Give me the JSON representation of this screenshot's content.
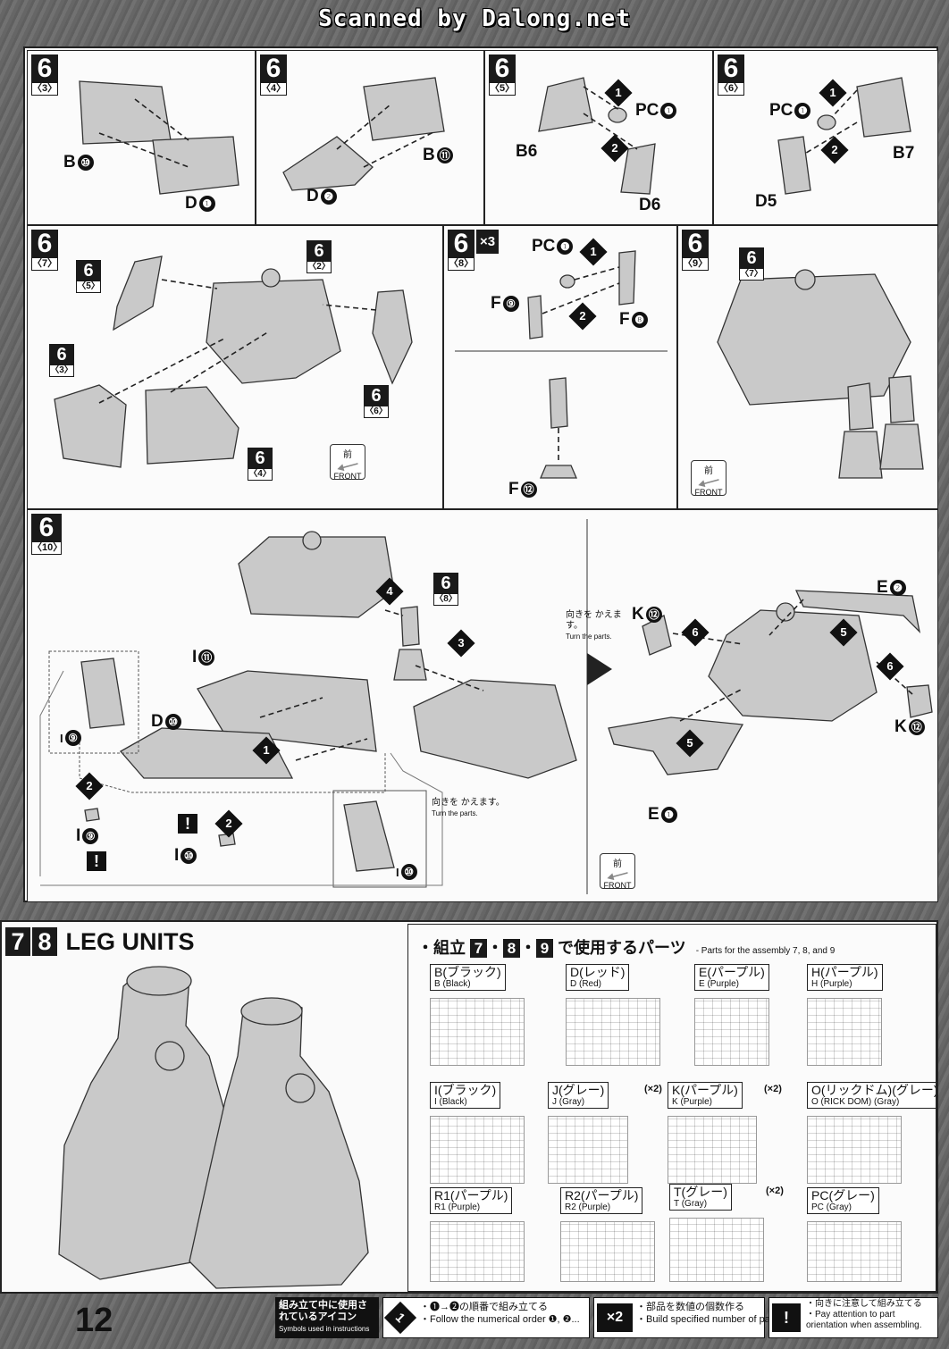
{
  "header": {
    "scan_credit": "Scanned by Dalong.net"
  },
  "panels_top": [
    {
      "num": "6",
      "sub": "〈3〉",
      "labels": [
        "B",
        "D"
      ],
      "circles": [
        "⑩",
        "❶"
      ]
    },
    {
      "num": "6",
      "sub": "〈4〉",
      "labels": [
        "D",
        "B"
      ],
      "circles": [
        "❷",
        "⑪"
      ]
    },
    {
      "num": "6",
      "sub": "〈5〉",
      "pc": "PC",
      "b": "B6",
      "d": "D6"
    },
    {
      "num": "6",
      "sub": "〈6〉",
      "pc": "PC",
      "b": "B7",
      "d": "D5"
    }
  ],
  "panel7": {
    "num": "6",
    "sub": "〈7〉",
    "refs": [
      [
        "6",
        "〈5〉"
      ],
      [
        "6",
        "〈2〉"
      ],
      [
        "6",
        "〈3〉"
      ],
      [
        "6",
        "〈6〉"
      ],
      [
        "6",
        "〈4〉"
      ]
    ]
  },
  "panel8": {
    "num": "6",
    "sub": "〈8〉",
    "mult": "×3",
    "pc": "PC",
    "f9": "F",
    "f8": "F",
    "f12": "F"
  },
  "panel9": {
    "num": "6",
    "sub": "〈9〉",
    "ref": [
      "6",
      "〈7〉"
    ]
  },
  "panel10": {
    "num": "6",
    "sub": "〈10〉",
    "ref": [
      "6",
      "〈8〉"
    ],
    "turn_jp": "向きを かえます。",
    "turn_en": "Turn the parts.",
    "labels": {
      "i11": "I",
      "d10": "D",
      "i9": "I",
      "i10": "I",
      "k12a": "K",
      "k12b": "K",
      "e2": "E",
      "e1": "E"
    }
  },
  "front": {
    "kanji": "前",
    "label": "FRONT"
  },
  "steps": {
    "s1": "1",
    "s2": "2",
    "s3": "3",
    "s4": "4",
    "s5": "5",
    "s6": "6"
  },
  "legs": {
    "title_nums": [
      "7",
      "8"
    ],
    "title": "LEG UNITS",
    "parts_title_jp": "・組立",
    "parts_title_nums": [
      "7",
      "8",
      "9"
    ],
    "parts_title_jp2": "で使用するパーツ",
    "parts_title_en": "- Parts for the assembly 7, 8, and 9",
    "runners": [
      {
        "jp": "B(ブラック)",
        "en": "B (Black)",
        "qty": ""
      },
      {
        "jp": "D(レッド)",
        "en": "D (Red)",
        "qty": ""
      },
      {
        "jp": "E(パープル)",
        "en": "E (Purple)",
        "qty": ""
      },
      {
        "jp": "H(パープル)",
        "en": "H (Purple)",
        "qty": ""
      },
      {
        "jp": "I(ブラック)",
        "en": "I (Black)",
        "qty": ""
      },
      {
        "jp": "J(グレー)",
        "en": "J (Gray)",
        "qty": "(×2)"
      },
      {
        "jp": "K(パープル)",
        "en": "K (Purple)",
        "qty": "(×2)"
      },
      {
        "jp": "O(リックドム)(グレー)",
        "en": "O (RICK DOM) (Gray)",
        "qty": ""
      },
      {
        "jp": "R1(パープル)",
        "en": "R1 (Purple)",
        "qty": ""
      },
      {
        "jp": "R2(パープル)",
        "en": "R2 (Purple)",
        "qty": ""
      },
      {
        "jp": "T(グレー)",
        "en": "T (Gray)",
        "qty": "(×2)"
      },
      {
        "jp": "PC(グレー)",
        "en": "PC (Gray)",
        "qty": ""
      }
    ]
  },
  "footer": {
    "page": "12",
    "symbols_title_jp": "組み立て中に使用されているアイコン",
    "symbols_title_en": "Symbols used in instructions",
    "sym1_icon": "1",
    "sym1_jp": "・❶→❷の順番で組み立てる",
    "sym1_en": "・Follow the numerical order ❶, ❷...",
    "sym2_icon": "×2",
    "sym2_jp": "・部品を数値の個数作る",
    "sym2_en": "・Build specified number of parts.",
    "sym3_icon": "!",
    "sym3_jp": "・向きに注意して組み立てる",
    "sym3_en": "・Pay attention to part orientation when assembling."
  }
}
